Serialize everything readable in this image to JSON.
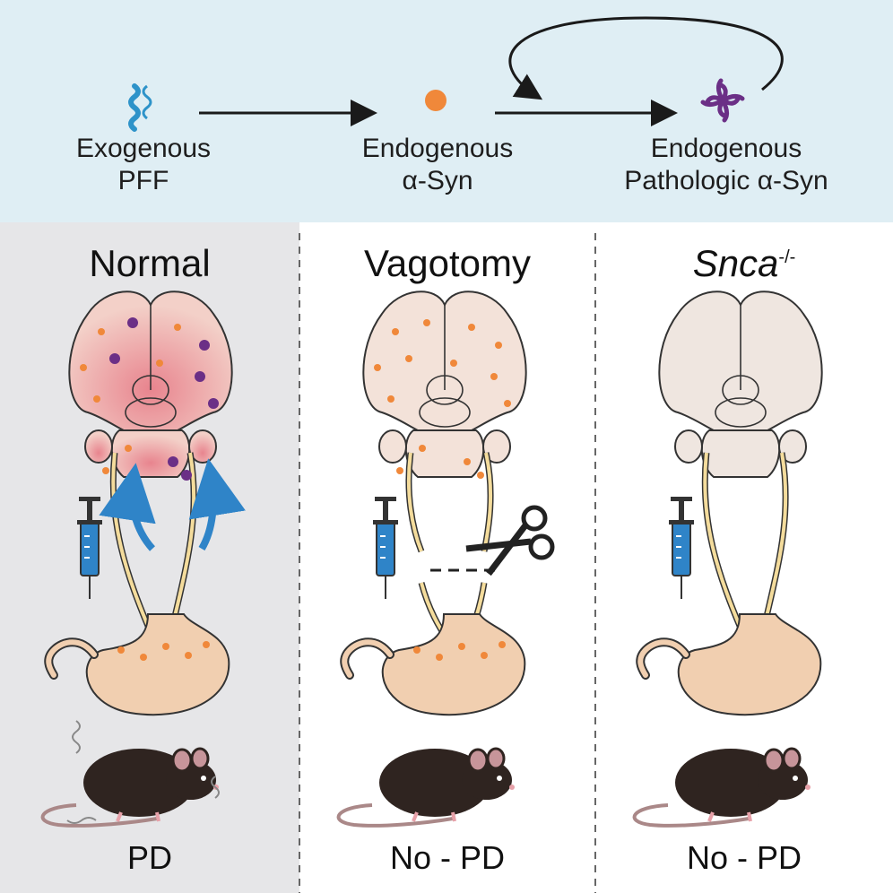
{
  "header": {
    "exogenous_line1": "Exogenous",
    "exogenous_line2": "PFF",
    "endogenous_line1": "Endogenous",
    "endogenous_line2": "α-Syn",
    "pathologic_line1": "Endogenous",
    "pathologic_line2": "Pathologic α-Syn"
  },
  "panels": [
    {
      "title": "Normal",
      "outcome": "PD"
    },
    {
      "title": "Vagotomy",
      "outcome": "No - PD"
    },
    {
      "title_italic": "Snca",
      "title_sup": "-/-",
      "outcome": "No - PD"
    }
  ],
  "colors": {
    "header_bg": "#dfeef4",
    "normal_panel_bg": "#e6e6e8",
    "orange_dot": "#f0883a",
    "pff_blue": "#2e93c9",
    "pathologic_purple": "#6b2f86",
    "nerve": "#f4dc9c",
    "syringe_blue": "#2f84c8",
    "mouse": "#2f2420"
  }
}
